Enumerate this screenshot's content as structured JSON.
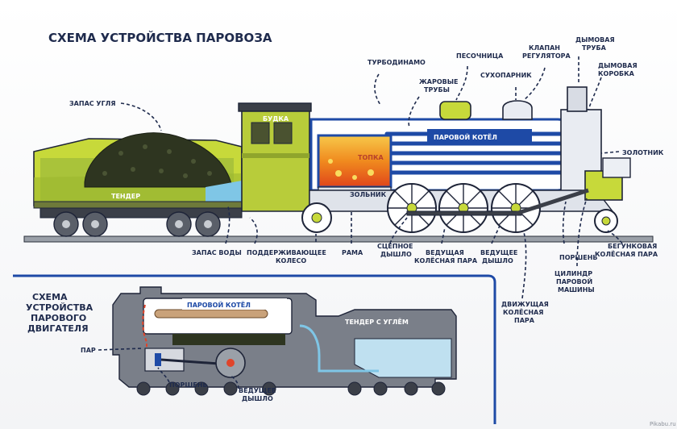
{
  "title": "СХЕМА УСТРОЙСТВА ПАРОВОЗА",
  "labels": {
    "coal_supply": "ЗАПАС УГЛЯ",
    "cab": "БУДКА",
    "tender": "ТЕНДЕР",
    "firebox": "ТОПКА",
    "ash_pan": "ЗОЛЬНИК",
    "turbodynamo": "ТУРБОДИНАМО",
    "fire_tubes_1": "ЖАРОВЫЕ",
    "fire_tubes_2": "ТРУБЫ",
    "sandbox": "ПЕСОЧНИЦА",
    "regulator_1": "КЛАПАН",
    "regulator_2": "РЕГУЛЯТОРА",
    "steam_dome": "СУХОПАРНИК",
    "chimney_1": "ДЫМОВАЯ",
    "chimney_2": "ТРУБА",
    "smokebox_1": "ДЫМОВАЯ",
    "smokebox_2": "КОРОБКА",
    "boiler": "ПАРОВОЙ КОТЁЛ",
    "slide_valve": "ЗОЛОТНИК",
    "water_supply": "ЗАПАС ВОДЫ",
    "trailing_wheel_1": "ПОДДЕРЖИВАЮЩЕЕ",
    "trailing_wheel_2": "КОЛЕСО",
    "frame": "РАМА",
    "coupling_blast_1": "СЦЕПНОЕ",
    "coupling_blast_2": "ДЫШЛО",
    "driven_wheels_1": "ВЕДУЩАЯ",
    "driven_wheels_2": "КОЛЁСНАЯ ПАРА",
    "main_rod_1": "ВЕДУЩЕЕ",
    "main_rod_2": "ДЫШЛО",
    "driving_wheels_1": "ДВИЖУЩАЯ",
    "driving_wheels_2": "КОЛЁСНАЯ",
    "driving_wheels_3": "ПАРА",
    "piston": "ПОРШЕНЬ",
    "cylinder_1": "ЦИЛИНДР",
    "cylinder_2": "ПАРОВОЙ",
    "cylinder_3": "МАШИНЫ",
    "pony_wheels_1": "БЕГУНКОВАЯ",
    "pony_wheels_2": "КОЛЁСНАЯ ПАРА"
  },
  "inset": {
    "title_1": "СХЕМА",
    "title_2": "УСТРОЙСТВА",
    "title_3": "ПАРОВОГО",
    "title_4": "ДВИГАТЕЛЯ",
    "boiler": "ПАРОВОЙ КОТЁЛ",
    "tender": "ТЕНДЕР С УГЛЁМ",
    "steam": "ПАР",
    "piston": "ПОРШЕНЬ",
    "main_rod_1": "ВЕДУЩЕЕ",
    "main_rod_2": "ДЫШЛО"
  },
  "watermark": "Pikabu.ru",
  "colors": {
    "ink": "#1f2b4d",
    "boiler_blue": "#1e4aa6",
    "frame_green": "#a8c83a",
    "coal": "#2e3520",
    "fire": "#f07a1c",
    "water": "#7fc6e6"
  }
}
